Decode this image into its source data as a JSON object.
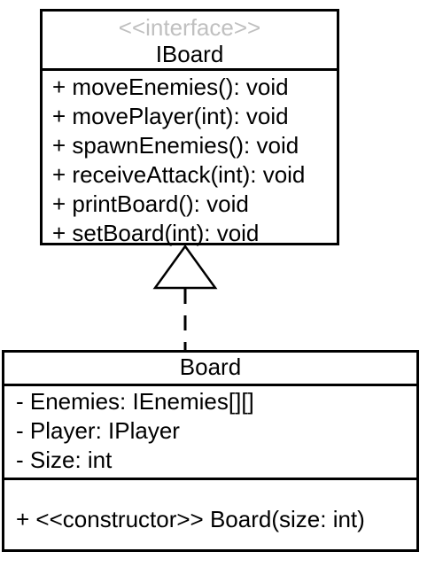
{
  "interface_class": {
    "stereotype": "<<interface>>",
    "name": "IBoard",
    "operations": [
      "+ moveEnemies(): void",
      "+ movePlayer(int): void",
      "+ spawnEnemies(): void",
      "+ receiveAttack(int): void",
      "+ printBoard(): void",
      "+ setBoard(int): void"
    ]
  },
  "concrete_class": {
    "name": "Board",
    "attributes": [
      "- Enemies: IEnemies[][]",
      "- Player: IPlayer",
      "- Size: int"
    ],
    "operations": [
      "+ <<constructor>> Board(size: int)"
    ]
  },
  "relationship": {
    "type": "realization",
    "from": "Board",
    "to": "IBoard"
  },
  "colors": {
    "stroke": "#000000",
    "stereotype_text": "#c0c0c0",
    "background": "#ffffff"
  }
}
